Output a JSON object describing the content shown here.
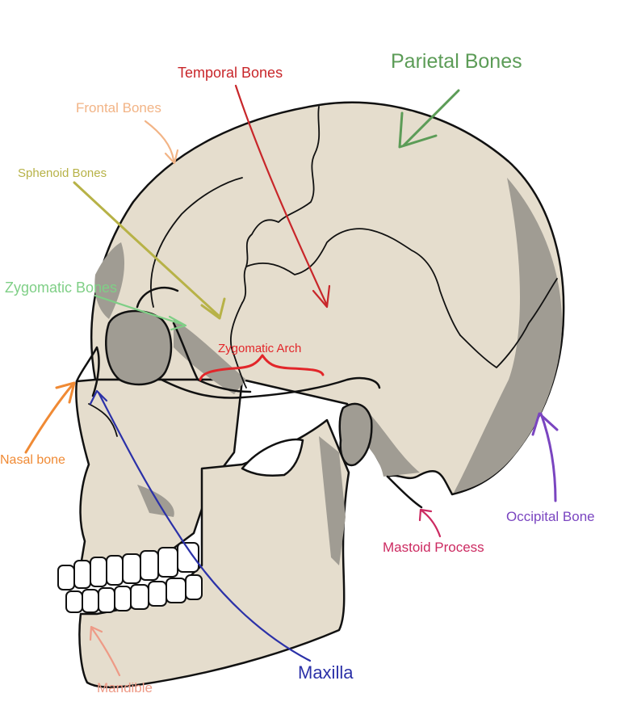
{
  "labels": {
    "temporal": "Temporal Bones",
    "parietal": "Parietal Bones",
    "frontal": "Frontal Bones",
    "sphenoid": "Sphenoid Bones",
    "zygomatic": "Zygomatic Bones",
    "zygomatic_arch": "Zygomatic Arch",
    "nasal": "Nasal bone",
    "occipital": "Occipital Bone",
    "mastoid": "Mastoid Process",
    "maxilla": "Maxilla",
    "mandible": "Mandible"
  },
  "colors": {
    "bone": "#e5ddcd",
    "shadow": "#a09c93",
    "outline": "#111111",
    "temporal": "#c8262a",
    "parietal": "#5c9c57",
    "frontal": "#f2b486",
    "sphenoid": "#b7b247",
    "zygomatic": "#7fcf86",
    "zygomatic_arch": "#e2262a",
    "nasal": "#f08a34",
    "occipital": "#7a45c0",
    "mastoid": "#cc2a61",
    "maxilla": "#2b31a8",
    "mandible": "#ee9a86"
  }
}
